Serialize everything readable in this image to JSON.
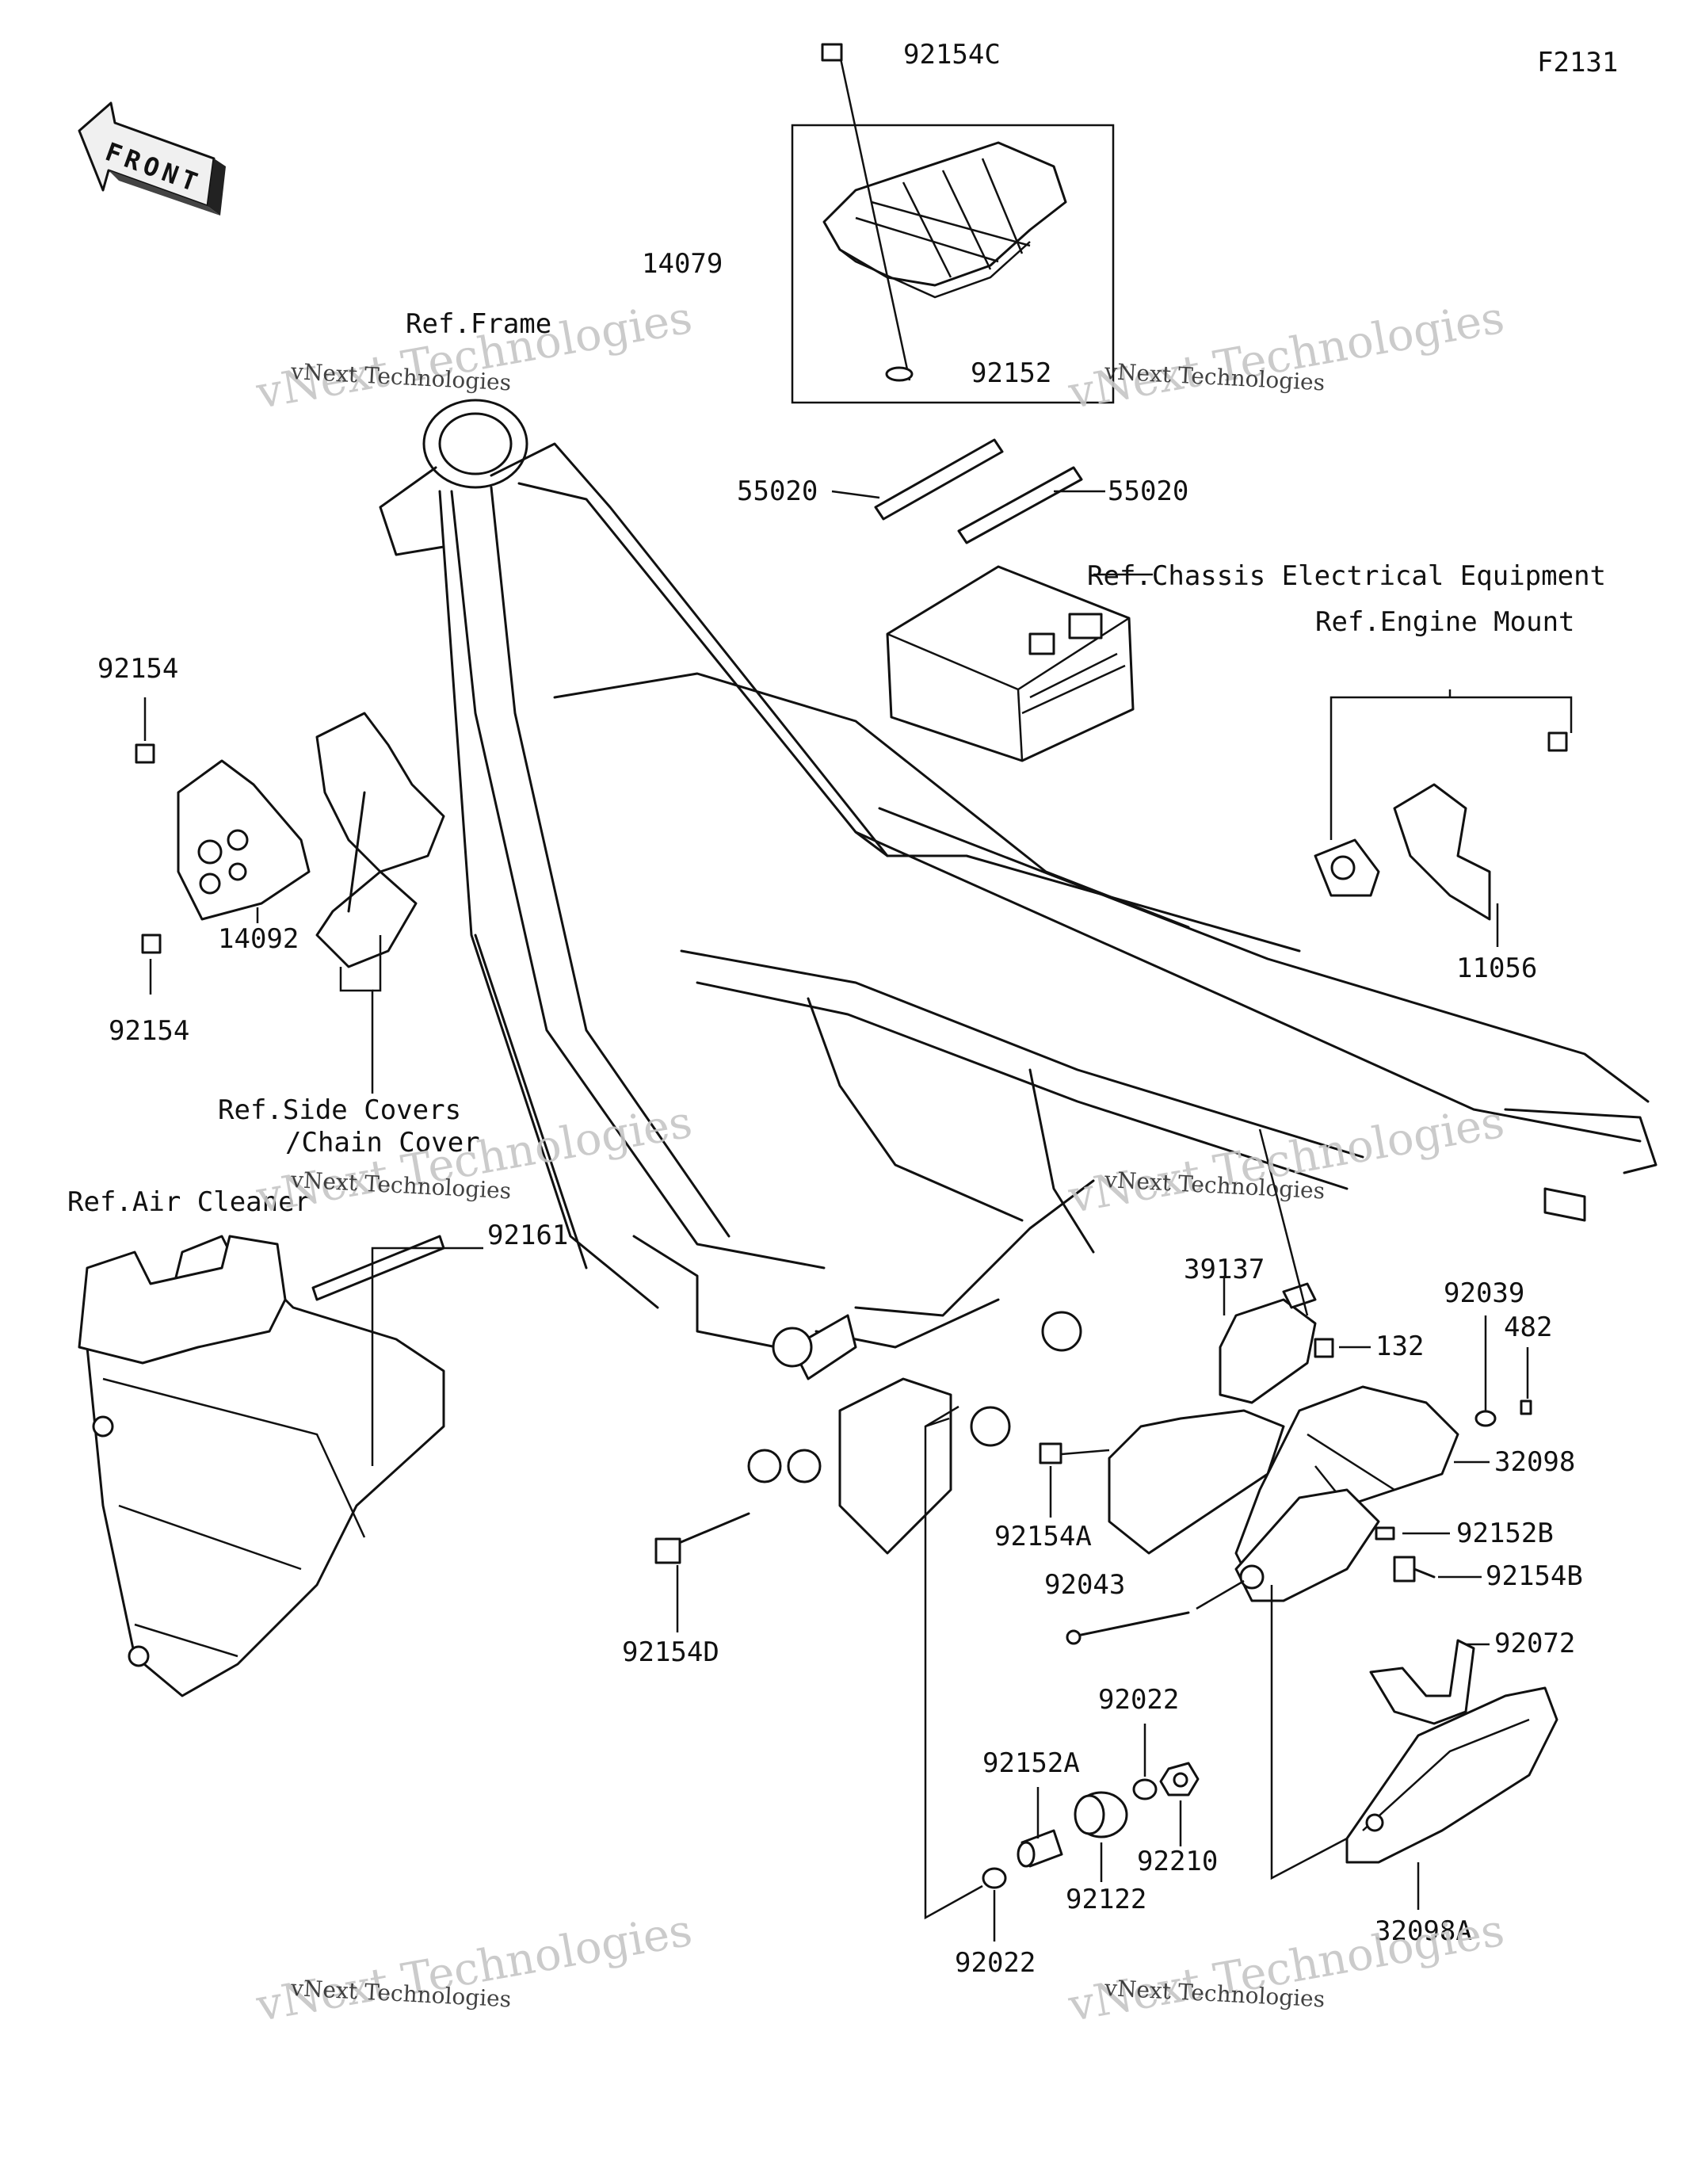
{
  "diagram_code": "F2131",
  "front_badge": "FRONT",
  "refs": {
    "frame": "Ref.Frame",
    "chassis_electrical": "Ref.Chassis Electrical Equipment",
    "engine_mount": "Ref.Engine Mount",
    "side_covers_line1": "Ref.Side Covers",
    "side_covers_line2": "/Chain Cover",
    "air_cleaner": "Ref.Air Cleaner"
  },
  "parts": {
    "p92154C": "92154C",
    "p14079": "14079",
    "p92152": "92152",
    "p55020_left": "55020",
    "p55020_right": "55020",
    "p92154_top": "92154",
    "p92154_bottom": "92154",
    "p14092": "14092",
    "p11056": "11056",
    "p92161": "92161",
    "p39137": "39137",
    "p92039": "92039",
    "p482": "482",
    "p132": "132",
    "p32098": "32098",
    "p92152B": "92152B",
    "p92154A": "92154A",
    "p92154B": "92154B",
    "p92154D": "92154D",
    "p92043": "92043",
    "p92072": "92072",
    "p92022_upper": "92022",
    "p92152A": "92152A",
    "p92210": "92210",
    "p92122": "92122",
    "p32098A": "32098A",
    "p92022_lower": "92022"
  },
  "watermarks": {
    "big": "vNext Technologies",
    "small": "vNext Technologies"
  }
}
